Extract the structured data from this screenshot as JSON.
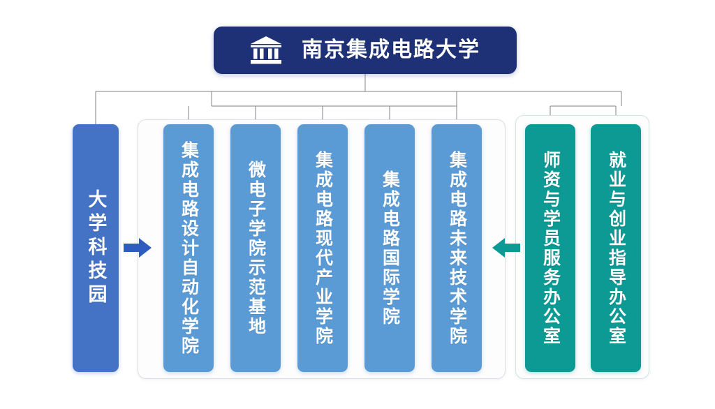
{
  "diagram": {
    "title": "南京集成电路大学",
    "root_icon": "bank-building-icon",
    "colors": {
      "root": "#1e3176",
      "science_park": "#4472c4",
      "college": "#5b9bd5",
      "office": "#0d9a94",
      "connector_line": "#808080",
      "page_background": "#ffffff"
    },
    "root": {
      "label": "南京集成电路大学"
    },
    "science_park": {
      "label": "大学科技园"
    },
    "colleges": [
      {
        "label": "集成电路设计自动化学院"
      },
      {
        "label": "微电子学院示范基地"
      },
      {
        "label": "集成电路现代产业学院"
      },
      {
        "label": "集成电路国际学院"
      },
      {
        "label": "集成电路未来技术学院"
      }
    ],
    "offices": [
      {
        "label": "师资与学员服务办公室"
      },
      {
        "label": "就业与创业指导办公室"
      }
    ],
    "arrows": [
      {
        "name": "science-park-to-colleges",
        "direction": "right",
        "color": "#2f5cbf"
      },
      {
        "name": "offices-to-colleges",
        "direction": "left",
        "color": "#0d9a94"
      }
    ]
  }
}
